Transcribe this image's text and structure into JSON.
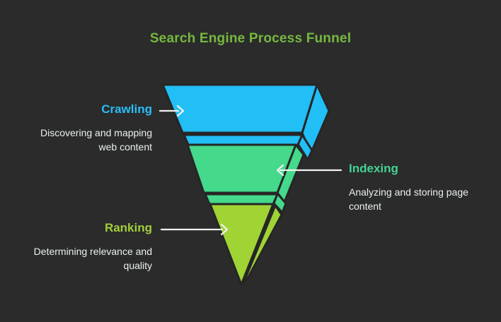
{
  "title": {
    "text": "Search Engine Process Funnel",
    "color": "#76B83F"
  },
  "colors": {
    "background": "#2B2B2B",
    "outline": "#262626",
    "arrow": "#F2F2F2",
    "description_text": "#EAF0F2"
  },
  "stages": [
    {
      "name": "Crawling",
      "description": "Discovering and mapping web content",
      "fill": "#22BEF6",
      "label_color": "#29BDF6"
    },
    {
      "name": "Indexing",
      "description": "Analyzing and storing page content",
      "fill": "#44D98B",
      "label_color": "#42D392"
    },
    {
      "name": "Ranking",
      "description": "Determining relevance and quality",
      "fill": "#A0D435",
      "label_color": "#A2CE3A"
    }
  ]
}
